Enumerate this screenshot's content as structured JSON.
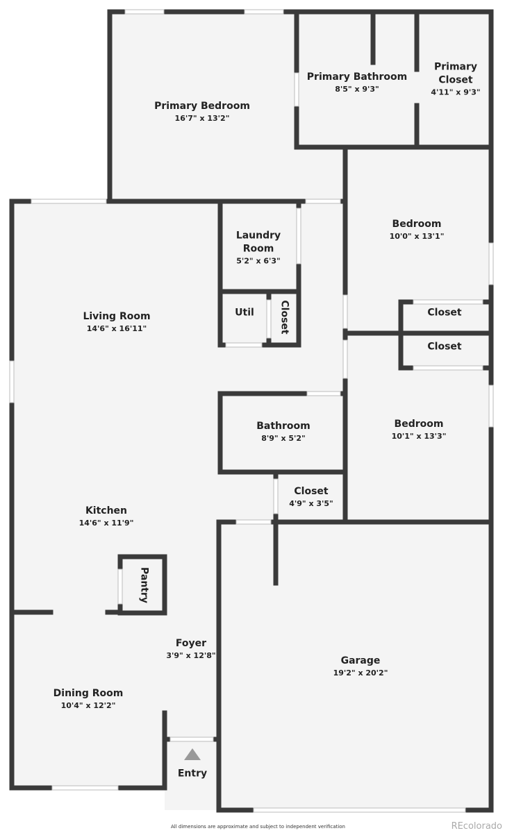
{
  "rooms": {
    "primary_bedroom": {
      "name": "Primary Bedroom",
      "dim": "16'7\" x 13'2\""
    },
    "primary_bathroom": {
      "name": "Primary Bathroom",
      "dim": "8'5\" x 9'3\""
    },
    "primary_closet": {
      "name": "Primary Closet",
      "dim": "4'11\" x 9'3\""
    },
    "laundry": {
      "name": "Laundry Room",
      "dim": "5'2\" x 6'3\""
    },
    "util": {
      "name": "Util"
    },
    "laundry_closet": {
      "name": "Closet"
    },
    "bedroom1": {
      "name": "Bedroom",
      "dim": "10'0\" x 13'1\""
    },
    "bedroom1_closet": {
      "name": "Closet"
    },
    "bedroom2_closet": {
      "name": "Closet"
    },
    "living": {
      "name": "Living Room",
      "dim": "14'6\" x 16'11\""
    },
    "bedroom2": {
      "name": "Bedroom",
      "dim": "10'1\" x 13'3\""
    },
    "bathroom": {
      "name": "Bathroom",
      "dim": "8'9\" x 5'2\""
    },
    "hall_closet": {
      "name": "Closet",
      "dim": "4'9\" x 3'5\""
    },
    "kitchen": {
      "name": "Kitchen",
      "dim": "14'6\" x 11'9\""
    },
    "pantry": {
      "name": "Pantry"
    },
    "foyer": {
      "name": "Foyer",
      "dim": "3'9\" x 12'8\""
    },
    "garage": {
      "name": "Garage",
      "dim": "19'2\" x 20'2\""
    },
    "dining": {
      "name": "Dining Room",
      "dim": "10'4\" x 12'2\""
    },
    "entry": {
      "name": "Entry"
    }
  },
  "footer": {
    "note": "All dimensions are approximate and subject to independent verification",
    "brand": "REcolorado"
  },
  "colors": {
    "wall": "#3a3a3a",
    "floor": "#f4f4f4"
  }
}
